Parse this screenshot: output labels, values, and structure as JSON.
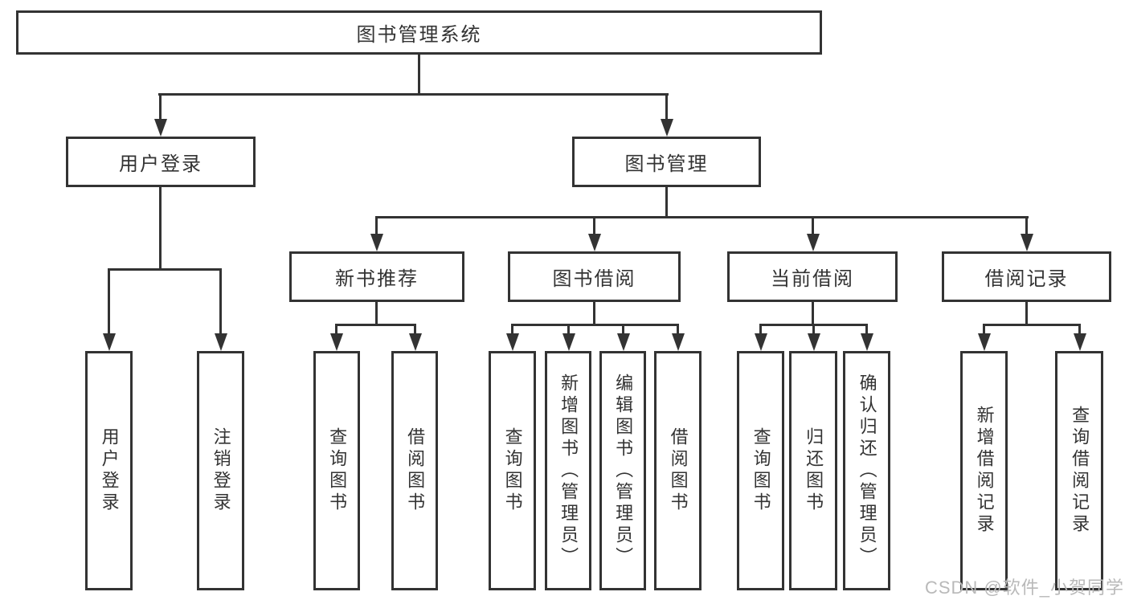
{
  "diagram": {
    "title": "图书管理系统",
    "nodes": {
      "root": "图书管理系统",
      "user_login": "用户登录",
      "book_mgmt": "图书管理",
      "new_book": "新书推荐",
      "book_borrow": "图书借阅",
      "current_borrow": "当前借阅",
      "borrow_records": "借阅记录",
      "leaf_user_login": "用户登录",
      "leaf_logout": "注销登录",
      "leaf_nb_query": "查询图书",
      "leaf_nb_borrow": "借阅图书",
      "leaf_bb_query": "查询图书",
      "leaf_bb_add": "新增图书（管理员）",
      "leaf_bb_edit": "编辑图书（管理员）",
      "leaf_bb_borrow": "借阅图书",
      "leaf_cb_query": "查询图书",
      "leaf_cb_return": "归还图书",
      "leaf_cb_confirm": "确认归还（管理员）",
      "leaf_br_add": "新增借阅记录",
      "leaf_br_query": "查询借阅记录"
    },
    "hierarchy": {
      "图书管理系统": {
        "用户登录": [
          "用户登录",
          "注销登录"
        ],
        "图书管理": {
          "新书推荐": [
            "查询图书",
            "借阅图书"
          ],
          "图书借阅": [
            "查询图书",
            "新增图书（管理员）",
            "编辑图书（管理员）",
            "借阅图书"
          ],
          "当前借阅": [
            "查询图书",
            "归还图书",
            "确认归还（管理员）"
          ],
          "借阅记录": [
            "新增借阅记录",
            "查询借阅记录"
          ]
        }
      }
    }
  },
  "watermark": {
    "text": "CSDN @软件_小贺同学"
  },
  "colors": {
    "line": "#333333",
    "box_border": "#333333",
    "text": "#333333",
    "watermark": "#b9b9b9",
    "background": "#ffffff"
  }
}
